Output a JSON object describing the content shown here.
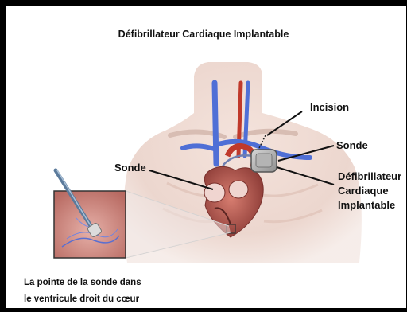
{
  "title": "Défibrillateur Cardiaque Implantable",
  "labels": {
    "incision": "Incision",
    "sonde_right": "Sonde",
    "sonde_left": "Sonde",
    "device_line1": "Défibrillateur",
    "device_line2": "Cardiaque",
    "device_line3": "Implantable"
  },
  "caption": {
    "line1": "La pointe de la sonde dans",
    "line2": "le ventricule droit du cœur"
  },
  "colors": {
    "skin": "#e9d3cb",
    "vein": "#4f6fd6",
    "artery": "#c0392b",
    "heart": "#b5544e",
    "device": "#9a9a9a",
    "leader": "#111111"
  }
}
